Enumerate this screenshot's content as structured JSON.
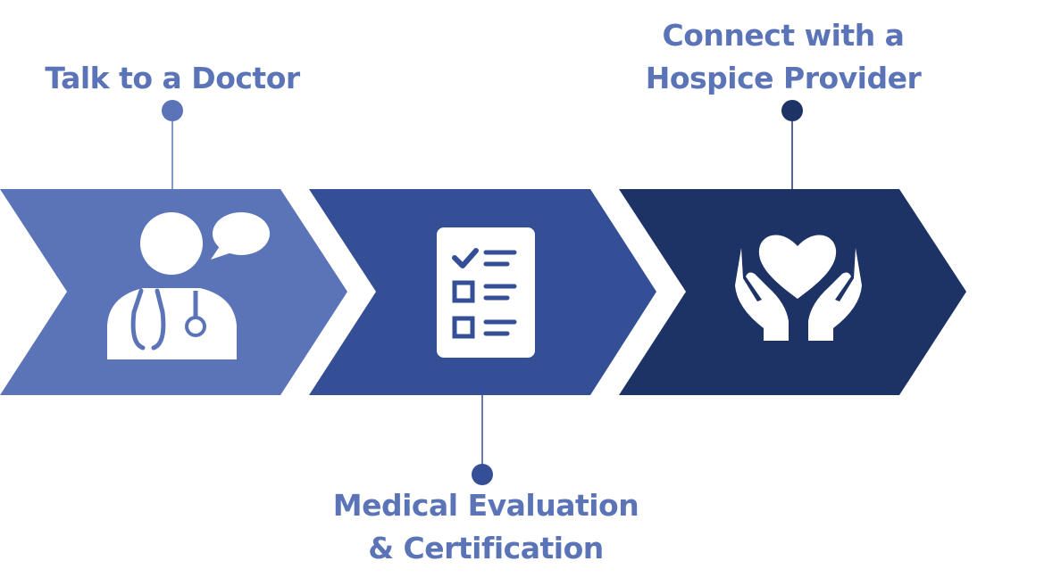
{
  "steps": [
    {
      "label_lines": [
        "Talk to a Doctor"
      ],
      "icon": "doctor-icon",
      "color": "#5B74B8"
    },
    {
      "label_lines": [
        "Medical Evaluation",
        "& Certification"
      ],
      "icon": "checklist-icon",
      "color": "#344F96"
    },
    {
      "label_lines": [
        "Connect with a",
        "Hospice Provider"
      ],
      "icon": "heart-in-hands-icon",
      "color": "#1D3366"
    }
  ],
  "label_color": "#5B74B8"
}
